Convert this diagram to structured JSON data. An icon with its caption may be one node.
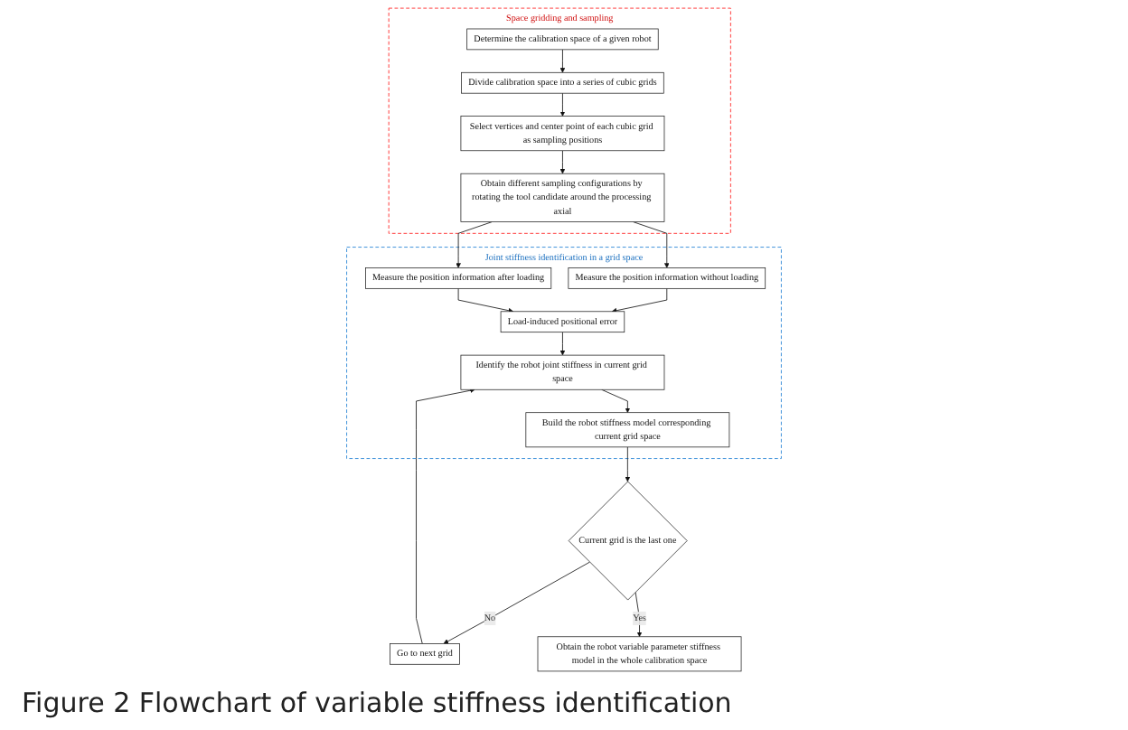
{
  "diagram": {
    "caption": "Figure 2 Flowchart of variable stiffness identification",
    "nodes": [
      {
        "text": [
          "Space gridding and sampling"
        ]
      },
      {
        "text": [
          "Determine the calibration space of a given robot"
        ],
        "in": 0
      },
      {
        "text": [
          "Divide calibration space into a series of cubic grids"
        ],
        "in": 0
      },
      {
        "text": [
          "Select vertices and center point of each cubic grid as sampling positions"
        ],
        "in": 0
      },
      {
        "text": [
          "Obtain different sampling configurations by rotating the tool candidate around the processing axial"
        ],
        "in": 0
      },
      {
        "text": [
          "Joint stiffness identification in a grid space"
        ]
      },
      {
        "text": [
          "Measure the position information without loading"
        ],
        "in": 5
      },
      {
        "text": [
          "Measure the position information after loading"
        ],
        "in": 5
      },
      {
        "text": [
          "Load-induced positional error"
        ],
        "in": 5
      },
      {
        "text": [
          "Identify the robot joint stiffness in current grid space"
        ],
        "in": 5
      },
      {
        "text": [
          "Build the robot stiffness model corresponding current grid space"
        ],
        "in": 5
      },
      {
        "text": [
          "Current grid is the last one"
        ]
      },
      {
        "text": [
          "Go to next grid"
        ]
      },
      {
        "text": [
          "Obtain the robot variable parameter stiffness model in the whole calibration space"
        ]
      }
    ],
    "edges": [
      {
        "from": 1,
        "to": 2,
        "arrow": "to"
      },
      {
        "from": 2,
        "to": 3,
        "arrow": "to"
      },
      {
        "from": 3,
        "to": 4,
        "arrow": "to"
      },
      {
        "from": 4,
        "to": 6,
        "arrow": "to"
      },
      {
        "from": 4,
        "to": 7,
        "arrow": "to"
      },
      {
        "from": 6,
        "to": 8,
        "arrow": "to"
      },
      {
        "from": 7,
        "to": 8,
        "arrow": "to"
      },
      {
        "from": 8,
        "to": 9,
        "arrow": "to"
      },
      {
        "from": 9,
        "to": 10,
        "arrow": "to"
      },
      {
        "from": 10,
        "to": 11,
        "arrow": "to"
      },
      {
        "from": 11,
        "to": 12,
        "label": "No",
        "arrow": "to"
      },
      {
        "from": 12,
        "to": 9,
        "arrow": "to"
      },
      {
        "from": 11,
        "to": 13,
        "label": "Yes",
        "arrow": "to"
      }
    ]
  }
}
